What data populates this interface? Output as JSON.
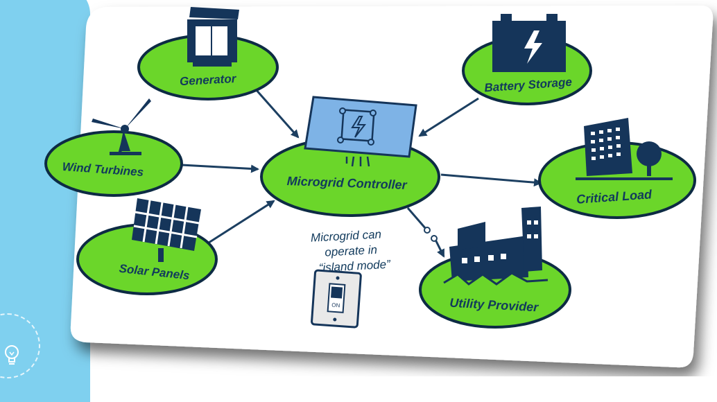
{
  "diagram": {
    "controller": "Microgrid Controller",
    "nodes": {
      "generator": "Generator",
      "wind": "Wind Turbines",
      "solar": "Solar Panels",
      "battery": "Battery Storage",
      "critical": "Critical Load",
      "utility": "Utility Provider"
    },
    "note": {
      "line1": "Microgrid can",
      "line2": "operate in",
      "line3": "“island mode”"
    },
    "switch_label": "ON"
  },
  "colors": {
    "node_fill": "#6bd62a",
    "node_stroke": "#0d2b44",
    "controller_screen": "#7eb3e6",
    "icon_navy": "#15355a",
    "arrow": "#1c3f61",
    "side_panel": "#7fd0ef"
  }
}
